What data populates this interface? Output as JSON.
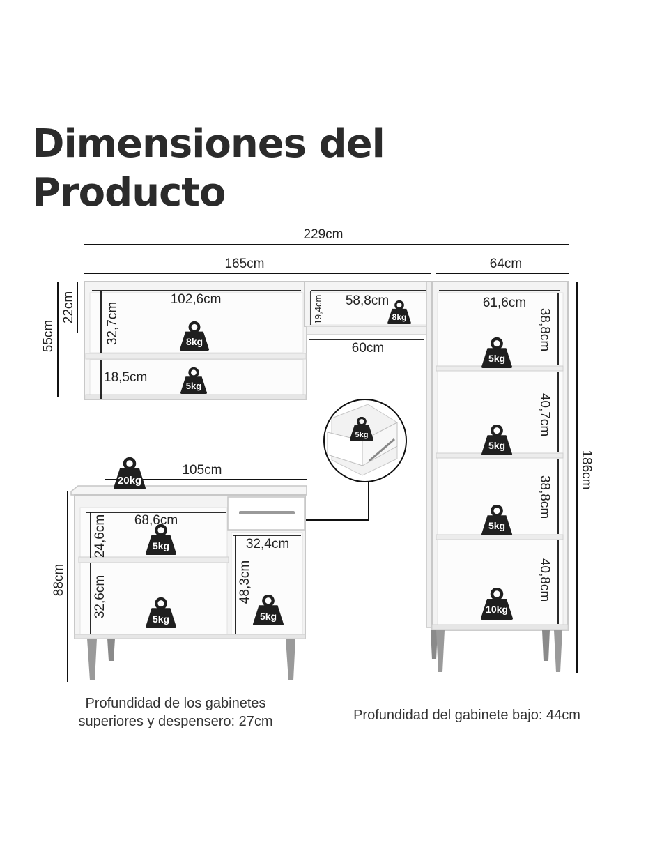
{
  "title": {
    "line1": "Dimensiones del",
    "line2": "Producto"
  },
  "overall": {
    "width": "229cm",
    "upper_width": "165cm",
    "pantry_width": "64cm",
    "pantry_height": "186cm"
  },
  "upper": {
    "height": "55cm",
    "top_height": "22cm",
    "left_inner_width": "102,6cm",
    "left_inner_height": "32,7cm",
    "left_lower_height": "18,5cm",
    "left_top_weight": "8kg",
    "left_bottom_weight": "5kg",
    "niche_width": "58,8cm",
    "niche_height": "19,4cm",
    "niche_weight": "8kg",
    "shelf_width": "60cm"
  },
  "pantry": {
    "inner_width": "61,6cm",
    "heights": [
      "38,8cm",
      "40,7cm",
      "38,8cm",
      "40,8cm"
    ],
    "weights": [
      "5kg",
      "5kg",
      "5kg",
      "10kg"
    ]
  },
  "drawer_detail": {
    "weight": "5kg"
  },
  "base": {
    "width": "105cm",
    "height": "88cm",
    "top_weight": "20kg",
    "left_inner_width": "68,6cm",
    "left_top_height": "24,6cm",
    "left_bottom_height": "32,6cm",
    "left_top_weight": "5kg",
    "left_bottom_weight": "5kg",
    "right_inner_width": "32,4cm",
    "right_height": "48,3cm",
    "right_weight": "5kg"
  },
  "notes": {
    "upper_depth_line1": "Profundidad de los gabinetes",
    "upper_depth_line2": "superiores y despensero: 27cm",
    "base_depth": "Profundidad del gabinete bajo: 44cm"
  }
}
